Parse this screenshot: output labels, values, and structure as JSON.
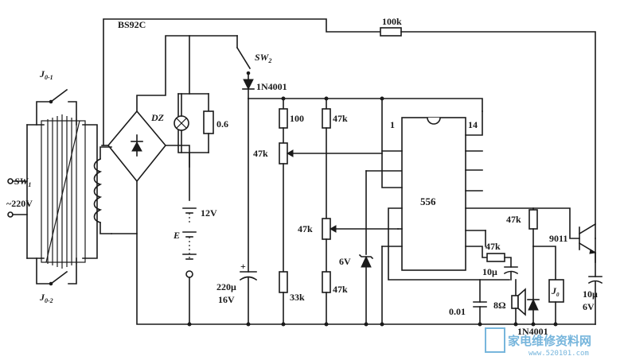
{
  "schematic": {
    "labels": {
      "bridge": "BS92C",
      "switch": "SW",
      "switch_sub": "2",
      "diode_main": "1N4001",
      "r_100k": "100k",
      "lamp": "DZ",
      "r_06": "0.6",
      "battery_v": "12V",
      "battery": "E",
      "relay_top": "J",
      "relay_top_sub": "0-1",
      "relay_bottom": "J",
      "relay_bottom_sub": "0-2",
      "mains_switch": "SW",
      "mains_switch_sub": "1",
      "mains": "~220V",
      "cap_main_value": "220μ",
      "cap_main_voltage": "16V",
      "r_100": "100",
      "pot_47k_a": "47k",
      "r_33k": "33k",
      "r_47k_top": "47k",
      "pot_47k_b": "47k",
      "r_47k_bottom": "47k",
      "zener": "6V",
      "ic": "556",
      "ic_pin1": "1",
      "ic_pin14": "14",
      "r_47k_timing": "47k",
      "cap_10u_timing": "10μ",
      "r_47k_base": "47k",
      "transistor": "9011",
      "relay_coil": "J",
      "relay_coil_sub": "0",
      "cap_10u_out": "10μ",
      "cap_out_voltage": "6V",
      "cap_001": "0.01",
      "speaker": "8Ω",
      "diode_relay": "1N4001"
    },
    "watermark": {
      "text": "家电维修资料网",
      "url": "www.520101.com",
      "color": "#5fa9d6"
    }
  }
}
